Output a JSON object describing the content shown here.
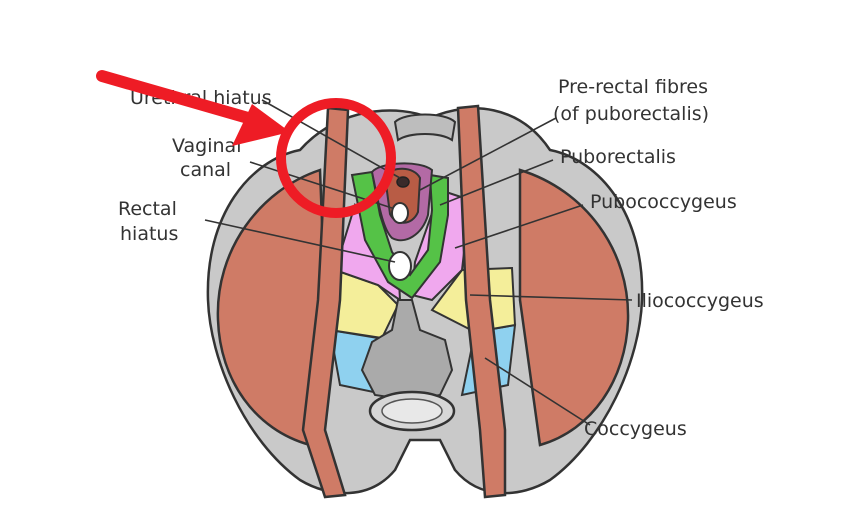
{
  "labels": {
    "urethral_hiatus": "Urethral hiatus",
    "vaginal_canal_1": "Vaginal",
    "vaginal_canal_2": "canal",
    "rectal_hiatus_1": "Rectal",
    "rectal_hiatus_2": "hiatus",
    "pre_rectal_1": "Pre-rectal fibres",
    "pre_rectal_2": "(of puborectalis)",
    "puborectalis": "Puborectalis",
    "pubococcygeus": "Pubococcygeus",
    "iliococcygeus": "Iliococcygeus",
    "coccygeus": "Coccygeus"
  },
  "colors": {
    "bone": "#c9c9c9",
    "muscle": "#cf7b66",
    "pre_rectal": "#b36aa5",
    "puborectalis": "#55c247",
    "pubococcygeus": "#f0a8ee",
    "iliococcygeus": "#f4ee9a",
    "coccygeus": "#8fd1ef",
    "annotation": "#ee1c25"
  }
}
